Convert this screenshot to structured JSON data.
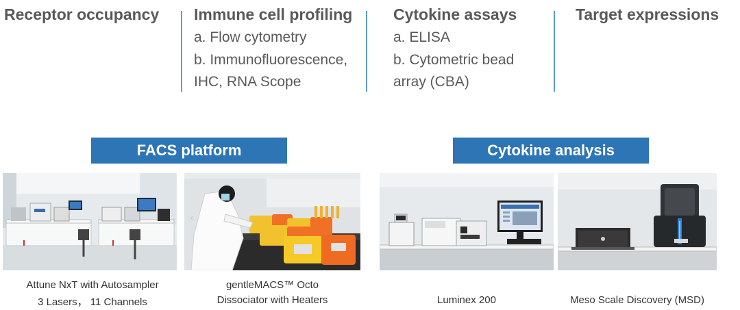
{
  "categories": [
    {
      "heading": "Receptor occupancy",
      "items": []
    },
    {
      "heading": "Immune cell profiling",
      "items": [
        "a. Flow cytometry",
        "b. Immunofluorescence,",
        "IHC, RNA Scope"
      ]
    },
    {
      "heading": "Cytokine assays",
      "items": [
        "a. ELISA",
        "b. Cytometric bead",
        "array (CBA)"
      ]
    },
    {
      "heading": "Target expressions",
      "items": []
    }
  ],
  "platforms": [
    {
      "banner": "FACS platform"
    },
    {
      "banner": "Cytokine analysis"
    }
  ],
  "photos": [
    {
      "caption_line1": "Attune NxT with Autosampler",
      "caption_line2": "3 Lasers， 11 Channels",
      "icon": "flow-cytometer-lab-photo"
    },
    {
      "caption_line1": "gentleMACS™ Octo",
      "caption_line2": "Dissociator with Heaters",
      "icon": "dissociator-lab-photo"
    },
    {
      "caption_line1": "Luminex 200",
      "caption_line2": "",
      "icon": "luminex-instrument-photo"
    },
    {
      "caption_line1": "Meso Scale Discovery (MSD)",
      "caption_line2": "",
      "icon": "msd-instrument-photo"
    }
  ],
  "colors": {
    "banner_bg": "#2e75b6",
    "divider": "#5b9bd5",
    "heading_text": "#595959"
  }
}
